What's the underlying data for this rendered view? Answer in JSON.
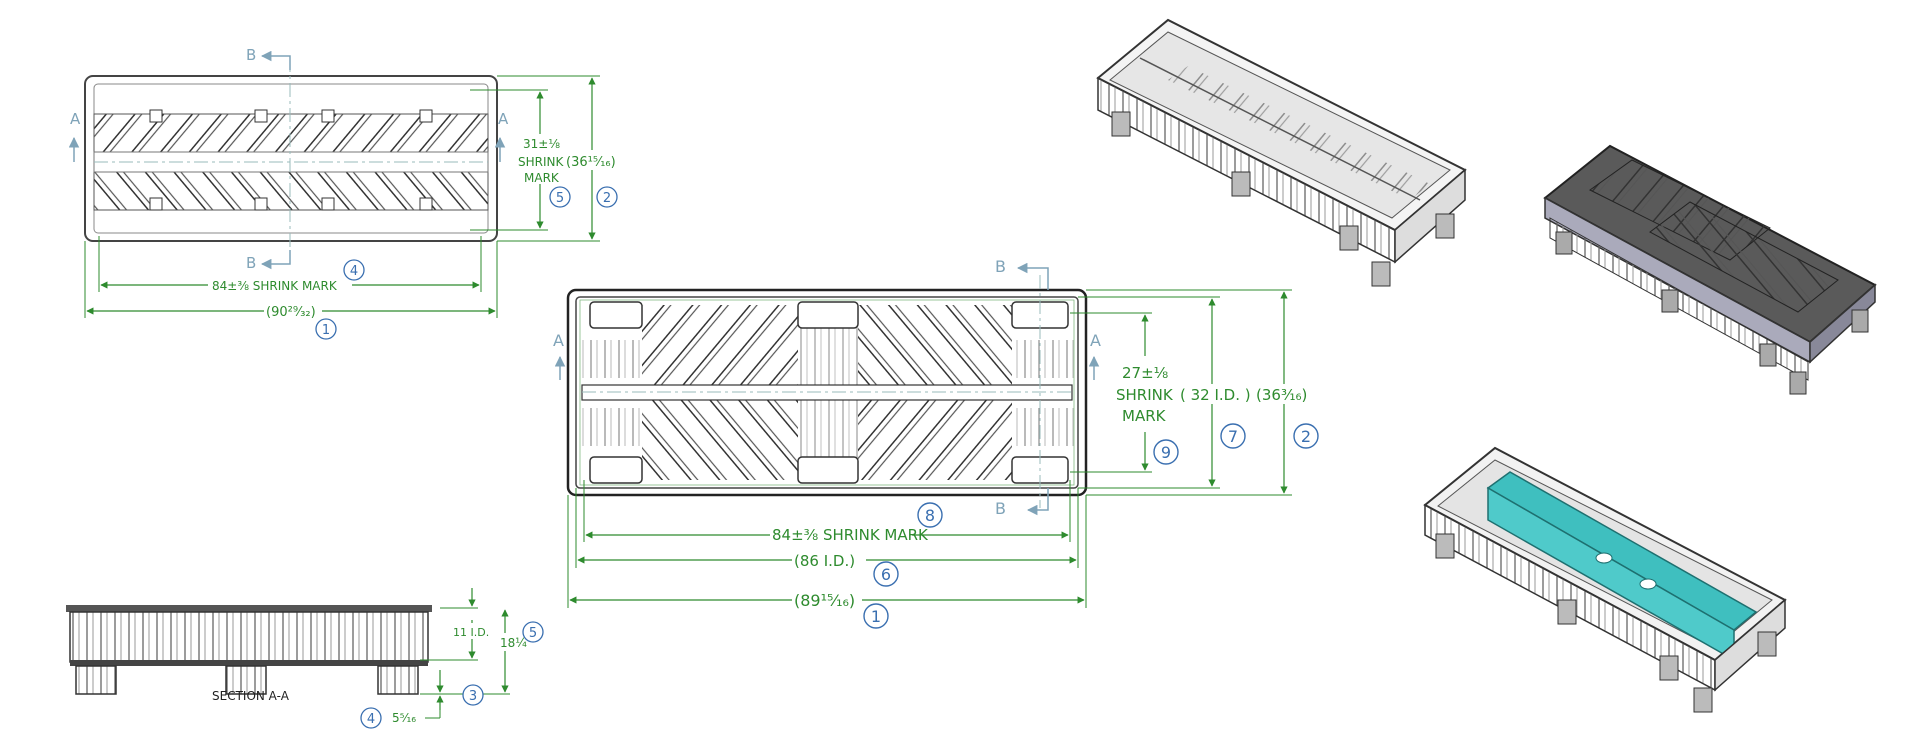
{
  "section_labels": {
    "a": "A",
    "b": "B"
  },
  "top_view": {
    "width_shrink": "31±⅛",
    "shrink": "SHRINK",
    "mark": "MARK",
    "width_overall": "(36¹⁵⁄₁₆)",
    "length_shrink": "84±⅜ SHRINK MARK",
    "length_overall": "(90²⁹⁄₃₂)",
    "balloons": {
      "width_shrink": "5",
      "width_overall": "2",
      "length_shrink": "4",
      "length_overall": "1"
    }
  },
  "section_view": {
    "caption": "SECTION A-A",
    "inner_depth": "11 I.D.",
    "total_height": "18¼",
    "leg_height": "5⁵⁄₁₆",
    "balloons": {
      "total_height": "5",
      "leg": "3",
      "leg_height": "4"
    }
  },
  "main_view": {
    "width_shrink": "27±⅛",
    "shrink": "SHRINK",
    "mark": "MARK",
    "width_id": "( 32 I.D. )",
    "width_overall": "(36³⁄₁₆)",
    "length_shrink": "84±⅜ SHRINK MARK",
    "length_id": "(86 I.D.)",
    "length_overall": "(89¹⁵⁄₁₆)",
    "balloons": {
      "width_shrink": "9",
      "width_id": "7",
      "width_overall": "2",
      "length_shrink": "8",
      "length_id": "6",
      "length_overall": "1"
    }
  },
  "colors": {
    "dimension": "#2e8b2e",
    "balloon": "#3a6fb0",
    "section": "#7fa3b8",
    "insert": "#3fbfbf",
    "lid_dark": "#4a4a4a"
  }
}
